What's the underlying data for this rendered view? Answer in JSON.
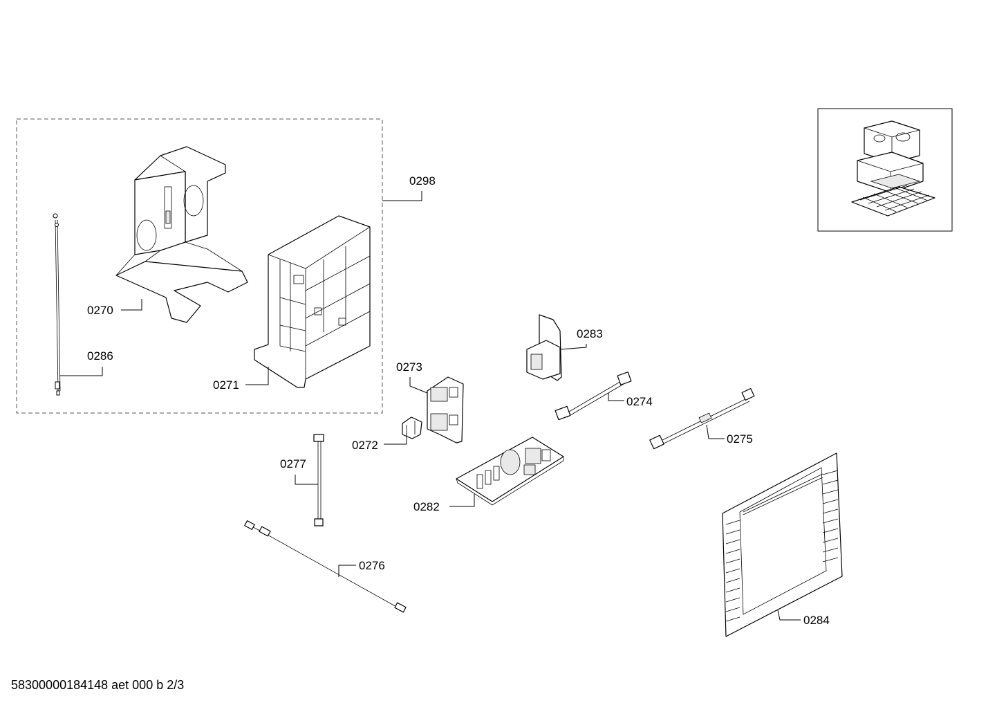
{
  "callouts": {
    "c0298": "0298",
    "c0270": "0270",
    "c0286": "0286",
    "c0271": "0271",
    "c0273": "0273",
    "c0272": "0272",
    "c0283": "0283",
    "c0274": "0274",
    "c0275": "0275",
    "c0277": "0277",
    "c0282": "0282",
    "c0276": "0276",
    "c0284": "0284"
  },
  "footer": {
    "document_id": "58300000184148 aet 000 b 2/3"
  }
}
